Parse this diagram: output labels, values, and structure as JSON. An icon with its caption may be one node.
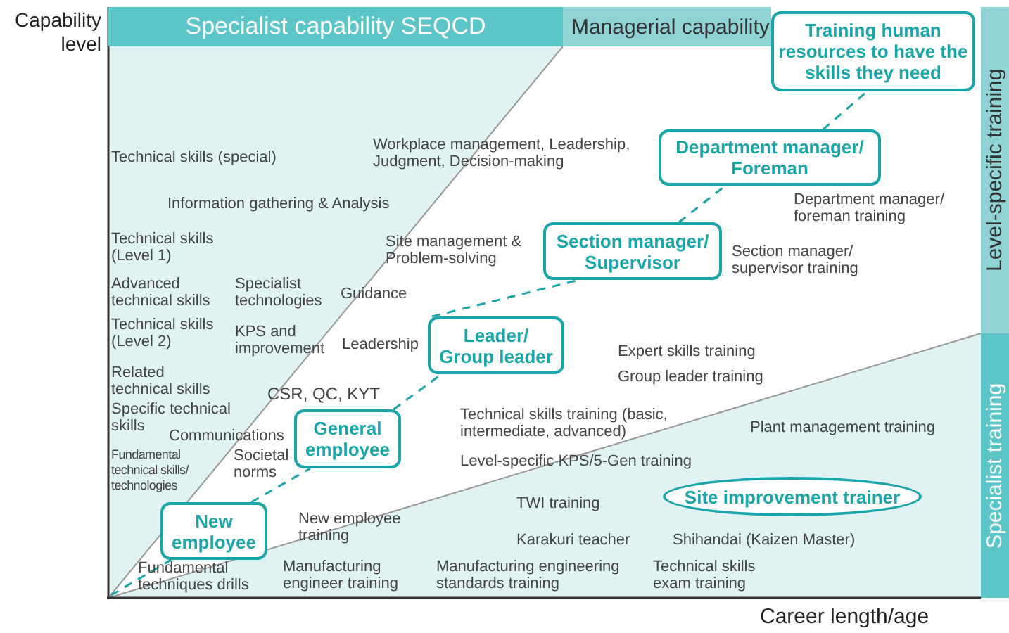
{
  "diagram": {
    "nodes": [
      {
        "text": [
          "Specialist capability SEQCD"
        ]
      },
      {
        "text": [
          "Managerial capability"
        ]
      },
      {
        "text": [
          "Training human resources to have the skills they need"
        ]
      },
      {
        "text": [
          "Level-specific training"
        ]
      },
      {
        "text": [
          "Department manager/ Foreman"
        ]
      },
      {
        "text": [
          "Section manager/ Supervisor"
        ]
      },
      {
        "text": [
          "Leader/ Group leader"
        ]
      },
      {
        "text": [
          "General employee"
        ]
      },
      {
        "text": [
          "Specialist training"
        ]
      },
      {
        "text": [
          "Site improvement trainer"
        ]
      },
      {
        "text": [
          "New employee"
        ]
      }
    ],
    "edges": [
      {
        "from": null,
        "to": 10,
        "arrow": "none",
        "style": "dashed"
      },
      {
        "from": 10,
        "to": 7,
        "arrow": "none",
        "style": "dashed"
      },
      {
        "from": 7,
        "to": 6,
        "arrow": "none",
        "style": "dashed"
      },
      {
        "from": 6,
        "to": 5,
        "arrow": "none",
        "style": "dashed"
      },
      {
        "from": 5,
        "to": 4,
        "arrow": "none",
        "style": "dashed"
      },
      {
        "from": 4,
        "to": 2,
        "arrow": "none",
        "style": "dashed"
      }
    ],
    "labels": [
      "Capability level",
      "Technical skills (special)",
      "Workplace management, Leadership, Judgment, Decision-making",
      "Information gathering & Analysis",
      "Technical skills (Level 1)",
      "Site management & Problem-solving",
      "Department manager/ foreman training",
      "Advanced technical skills",
      "Specialist technologies",
      "Guidance",
      "Section manager/ supervisor training",
      "Technical skills (Level 2)",
      "KPS and improvement",
      "Leadership",
      "Expert skills training",
      "Related technical skills",
      "Group leader training",
      "CSR, QC, KYT",
      "Specific technical skills",
      "Technical skills training (basic, intermediate, advanced)",
      "Plant management training",
      "Communications",
      "Fundamental technical skills/ technologies",
      "Societal norms",
      "Level-specific KPS/5-Gen training",
      "TWI training",
      "New employee training",
      "Karakuri teacher",
      "Shihandai (Kaizen Master)",
      "Fundamental techniques drills",
      "Manufacturing engineer training",
      "Manufacturing engineering standards training",
      "Technical skills exam training",
      "Career length/age"
    ]
  }
}
